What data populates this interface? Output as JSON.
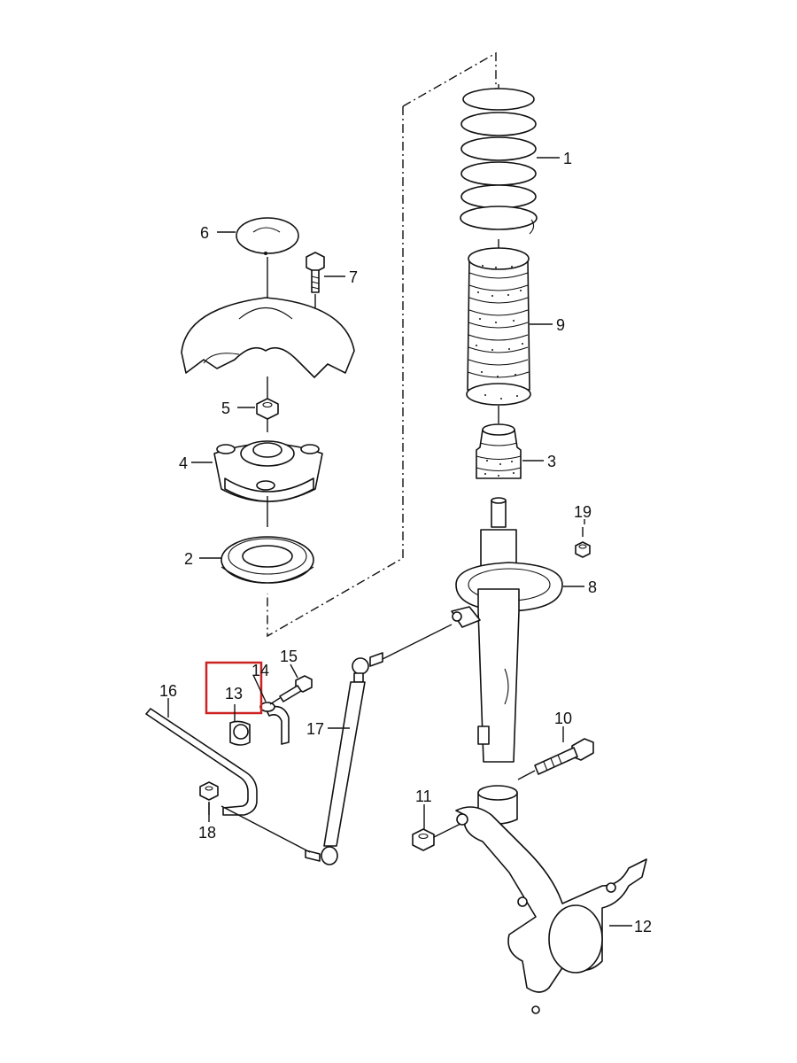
{
  "diagram": {
    "highlight_color": "#cc2222",
    "labels": {
      "p1": "1",
      "p2": "2",
      "p3": "3",
      "p4": "4",
      "p5": "5",
      "p6": "6",
      "p7": "7",
      "p8": "8",
      "p9": "9",
      "p10": "10",
      "p11": "11",
      "p12": "12",
      "p13": "13",
      "p14": "14",
      "p15": "15",
      "p16": "16",
      "p17": "17",
      "p18": "18",
      "p19": "19"
    }
  }
}
